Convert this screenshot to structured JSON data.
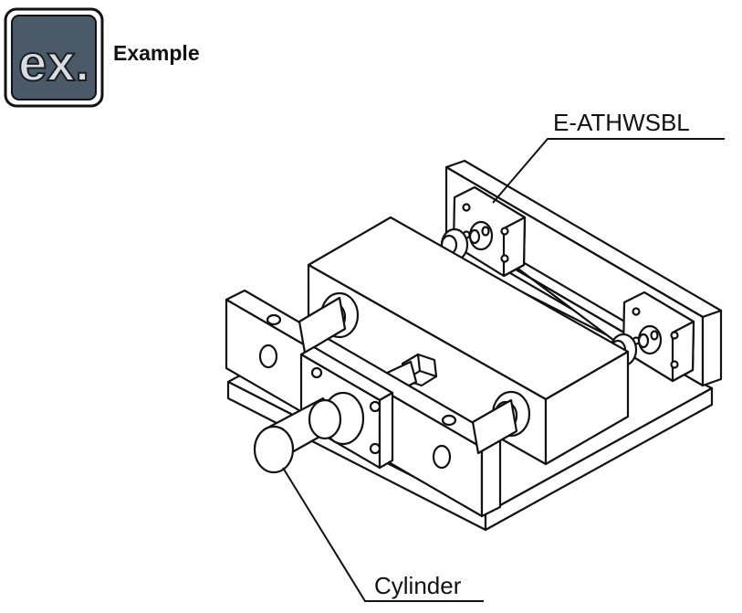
{
  "header": {
    "badge_text": "ex.",
    "title": "Example"
  },
  "callouts": {
    "bushing": "E-ATHWSBL",
    "cylinder": "Cylinder"
  },
  "colors": {
    "line": "#111111",
    "badge_fill": "#4a5a68",
    "badge_text": "#d9dde2",
    "background": "#ffffff"
  }
}
